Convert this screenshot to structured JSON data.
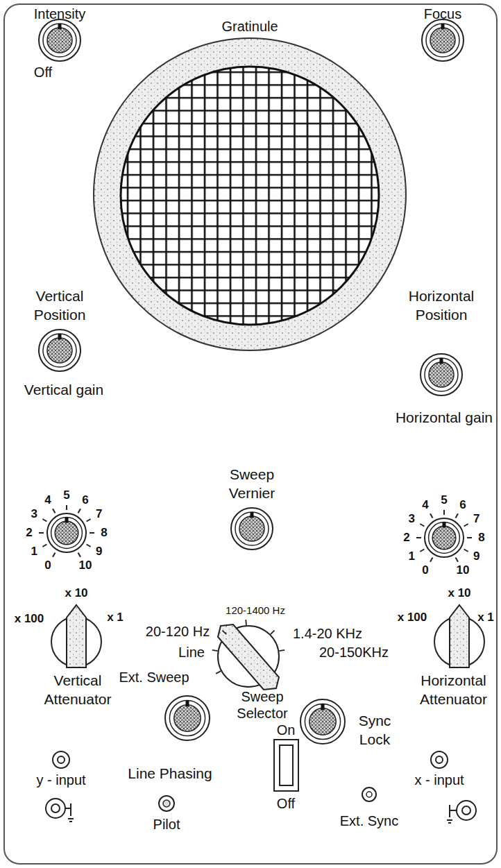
{
  "diagram": {
    "labels": [
      "Intensity",
      "Gratinule",
      "Focus",
      "Off",
      "Vertical Position",
      "Horizontal Position",
      "Vertical gain",
      "Horizontal gain",
      "Sweep Vernier",
      "0",
      "1",
      "2",
      "3",
      "4",
      "5",
      "6",
      "7",
      "8",
      "9",
      "10",
      "0",
      "1",
      "2",
      "3",
      "4",
      "5",
      "6",
      "7",
      "8",
      "9",
      "10",
      "x 10",
      "x 100",
      "x 1",
      "Vertical Attenuator",
      "20-120 Hz",
      "120-1400 Hz",
      "1.4-20 KHz",
      "Line",
      "20-150KHz",
      "Ext. Sweep",
      "Sweep Selector",
      "x 10",
      "x 100",
      "x 1",
      "Horizontal Attenuator",
      "Sync Lock",
      "On",
      "y - input",
      "Line Phasing",
      "x - input",
      "Pilot",
      "Off",
      "Ext. Sync"
    ]
  }
}
